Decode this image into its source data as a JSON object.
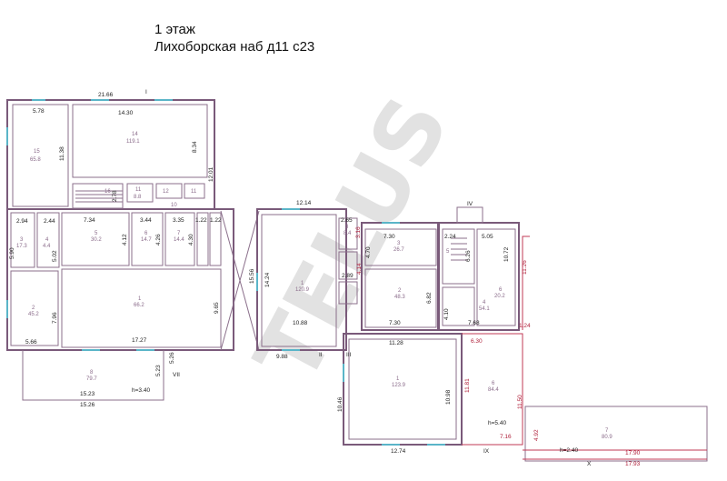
{
  "header": {
    "floor": "1 этаж",
    "address": "Лихоборская наб д11 с23"
  },
  "watermark": "TELUS",
  "dims": {
    "d1": "21.66",
    "d2": "5.78",
    "d3": "14.30",
    "d4": "11.38",
    "d5": "8.34",
    "d6": "12.01",
    "d7": "2.78",
    "d8": "2.94",
    "d9": "2.44",
    "d10": "7.34",
    "d11": "3.44",
    "d12": "3.35",
    "d13": "1.22",
    "d14": "1.22",
    "d15": "5.90",
    "d16": "5.02",
    "d17": "4.12",
    "d18": "4.26",
    "d19": "4.30",
    "d20": "7.96",
    "d21": "9.65",
    "d22": "5.66",
    "d23": "17.27",
    "d24": "5.26",
    "d25": "5.23",
    "d26": "15.23",
    "d27": "15.26",
    "d28": "12.14",
    "d29": "2.65",
    "d30": "3.16",
    "d31": "15.56",
    "d32": "14.24",
    "d33": "4.14",
    "d34": "2.89",
    "d35": "10.88",
    "d36": "9.88",
    "d37": "7.30",
    "d38": "4.70",
    "d39": "6.82",
    "d40": "7.30",
    "d41": "2.24",
    "d42": "5.05",
    "d43": "6.26",
    "d44": "10.72",
    "d45": "4.10",
    "d46": "7.68",
    "d47": "11.26",
    "d48": "1.24",
    "d49": "11.28",
    "d50": "6.30",
    "d51": "10.46",
    "d52": "10.98",
    "d53": "11.81",
    "d54": "11.50",
    "d55": "12.74",
    "d56": "7.16",
    "d57": "4.92",
    "d58": "17.90",
    "d59": "17.93"
  },
  "heights": {
    "h1": "h=3.40",
    "h2": "h=5.40",
    "h3": "h=2.40"
  },
  "rooms": {
    "r1n": "15",
    "r1a": "65.8",
    "r2n": "14",
    "r2a": "119.1",
    "r3n": "16",
    "r4n": "11",
    "r4a": "8.8",
    "r5n": "10",
    "r6n": "12",
    "r7n": "11",
    "r8n": "3",
    "r8a": "17.3",
    "r9n": "4",
    "r9a": "4.4",
    "r10n": "5",
    "r10a": "30.2",
    "r11n": "6",
    "r11a": "14.7",
    "r12n": "7",
    "r12a": "14.4",
    "r13n": "2",
    "r13a": "45.2",
    "r14n": "1",
    "r14a": "66.2",
    "r15n": "8",
    "r15a": "79.7",
    "r16n": "1",
    "r16a": "120.9",
    "r17n": "3",
    "r17a": "8.4",
    "r18n": "3",
    "r18a": "26.7",
    "r19n": "2",
    "r19a": "48.3",
    "r20n": "5",
    "r21n": "4",
    "r21a": "54.1",
    "r22n": "6",
    "r22a": "20.2",
    "r23n": "1",
    "r23a": "123.9",
    "r24n": "6",
    "r24a": "84.4",
    "r25n": "7",
    "r25a": "80.9"
  },
  "markers": {
    "m1": "I",
    "m2": "II",
    "m3": "IV",
    "m4": "VII",
    "m5": "IX",
    "m6": "X",
    "m7": "III"
  }
}
